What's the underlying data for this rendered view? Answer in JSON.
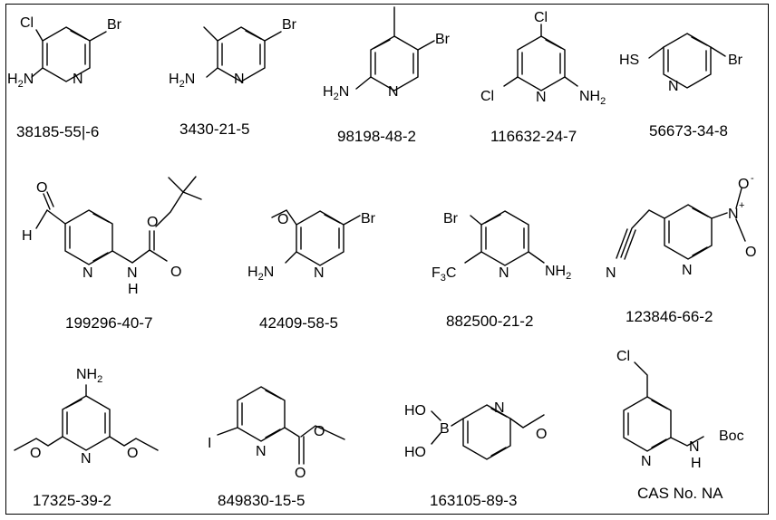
{
  "compounds": [
    {
      "cas": "38185-55|-6",
      "atoms": [
        "Cl",
        "Br",
        "H2N",
        "N"
      ]
    },
    {
      "cas": "3430-21-5",
      "atoms": [
        "Br",
        "H2N",
        "N"
      ]
    },
    {
      "cas": "98198-48-2",
      "atoms": [
        "Br",
        "H2N",
        "N"
      ]
    },
    {
      "cas": "116632-24-7",
      "atoms": [
        "Cl",
        "Cl",
        "N",
        "NH2"
      ]
    },
    {
      "cas": "56673-34-8",
      "atoms": [
        "HS",
        "Br",
        "N"
      ]
    },
    {
      "cas": "199296-40-7",
      "atoms": [
        "H",
        "O",
        "N",
        "N",
        "H",
        "O",
        "O"
      ]
    },
    {
      "cas": "42409-58-5",
      "atoms": [
        "O",
        "Br",
        "H2N",
        "N"
      ]
    },
    {
      "cas": "882500-21-2",
      "atoms": [
        "Br",
        "F3C",
        "N",
        "NH2"
      ]
    },
    {
      "cas": "123846-66-2",
      "atoms": [
        "N",
        "N",
        "N",
        "+",
        "O",
        "-",
        "O"
      ]
    },
    {
      "cas": "17325-39-2",
      "atoms": [
        "NH2",
        "O",
        "N",
        "O"
      ]
    },
    {
      "cas": "849830-15-5",
      "atoms": [
        "I",
        "N",
        "O",
        "O"
      ]
    },
    {
      "cas": "163105-89-3",
      "atoms": [
        "HO",
        "B",
        "HO",
        "N",
        "O"
      ]
    },
    {
      "cas": "CAS No. NA",
      "atoms": [
        "Cl",
        "N",
        "N",
        "H",
        "Boc"
      ]
    }
  ]
}
